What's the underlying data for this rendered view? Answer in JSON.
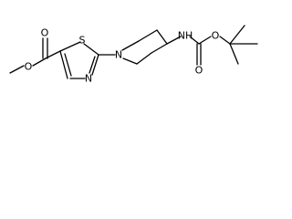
{
  "molecule": {
    "atom_labels": {
      "ester_carbonyl_o": "O",
      "ester_o": "O",
      "thiazole_s": "S",
      "thiazole_n": "N",
      "piperidine_n": "N",
      "carbamate_nh": "NH",
      "carbamate_carbonyl_o": "O",
      "carbamate_o": "O"
    }
  }
}
